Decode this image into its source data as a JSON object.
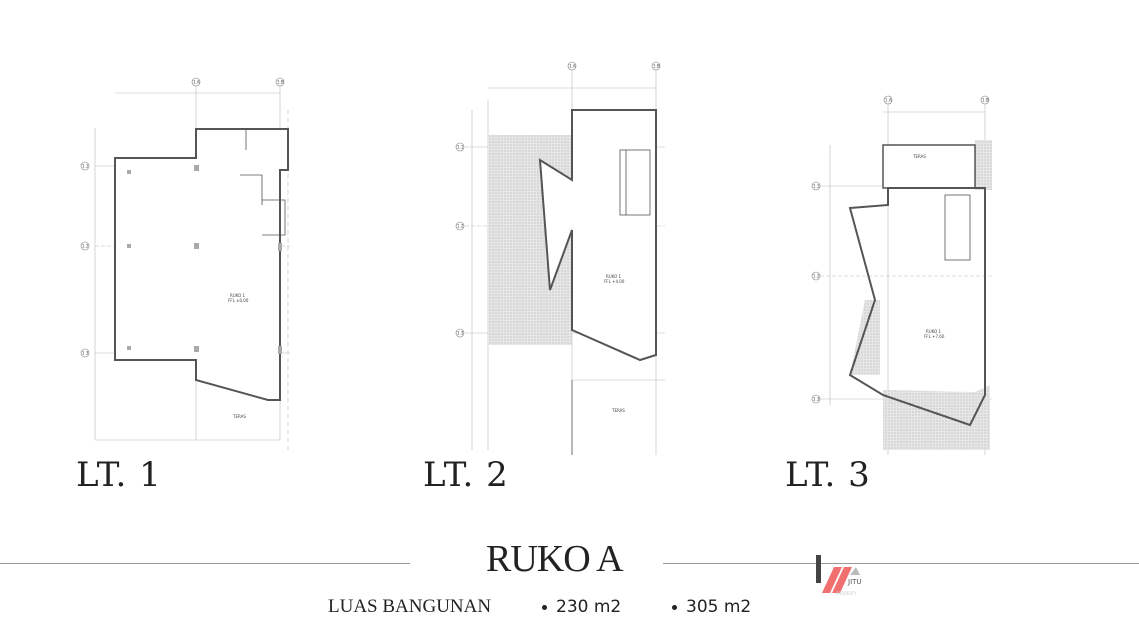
{
  "levels": [
    {
      "label": "LT. 1",
      "room": "RUKO 1",
      "room_level": "FFL ±0.00",
      "terrace": "TERAS",
      "grid": [
        "1.A",
        "1.B",
        "1.1",
        "1.2",
        "1.3"
      ]
    },
    {
      "label": "LT. 2",
      "room": "RUKO 1",
      "room_level": "FFL +4.00",
      "terrace": "TERAS",
      "grid": [
        "1.A",
        "1.B",
        "1.1",
        "1.2",
        "1.3"
      ]
    },
    {
      "label": "LT. 3",
      "room": "RUKO 1",
      "room_level": "FFL +7.60",
      "terrace": "TERAS",
      "grid": [
        "1.A",
        "1.B",
        "1.1",
        "1.2",
        "1.3"
      ]
    }
  ],
  "title": "RUKO A",
  "area_label": "LUAS BANGUNAN",
  "areas": [
    "230 m2",
    "305 m2"
  ],
  "logo": {
    "name": "JITU",
    "sub": "PROPERTY",
    "accent": "#f07070"
  }
}
